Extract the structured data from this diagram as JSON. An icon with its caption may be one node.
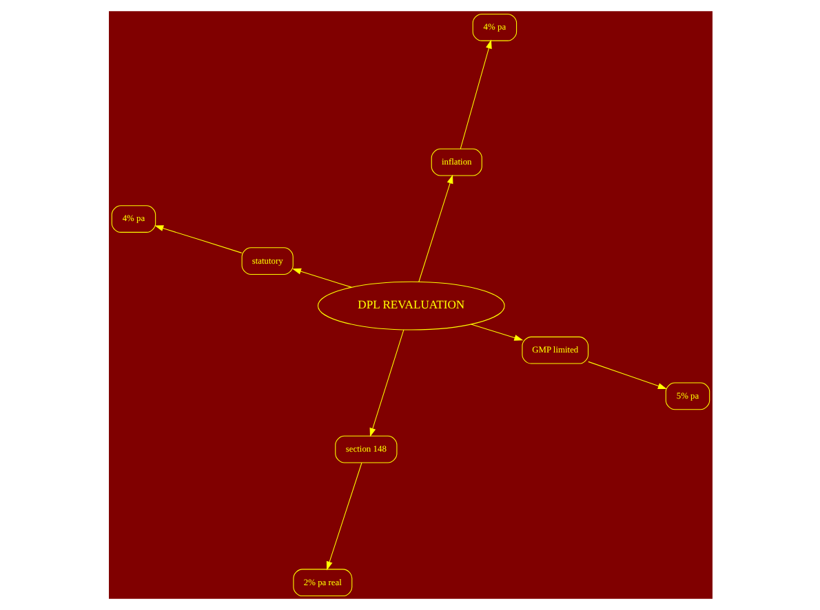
{
  "diagram": {
    "nodes": [
      {
        "text": [
          "4% pa"
        ]
      },
      {
        "text": [
          "inflation"
        ]
      },
      {
        "text": [
          "2% pa real"
        ]
      },
      {
        "text": [
          "4% pa"
        ]
      },
      {
        "text": [
          "section 148"
        ]
      },
      {
        "text": [
          "DPL REVALUATION"
        ]
      },
      {
        "text": [
          "statutory"
        ]
      },
      {
        "text": [
          "GMP limited"
        ]
      },
      {
        "text": [
          "5% pa"
        ]
      }
    ],
    "edges": [
      {
        "from": 5,
        "to": 1,
        "arrow": "to"
      },
      {
        "from": 1,
        "to": 0,
        "arrow": "to"
      },
      {
        "from": 5,
        "to": 4,
        "arrow": "to"
      },
      {
        "from": 4,
        "to": 2,
        "arrow": "to"
      },
      {
        "from": 5,
        "to": 6,
        "arrow": "to"
      },
      {
        "from": 6,
        "to": 3,
        "arrow": "to"
      },
      {
        "from": 5,
        "to": 7,
        "arrow": "to"
      },
      {
        "from": 7,
        "to": 8,
        "arrow": "to"
      }
    ]
  }
}
